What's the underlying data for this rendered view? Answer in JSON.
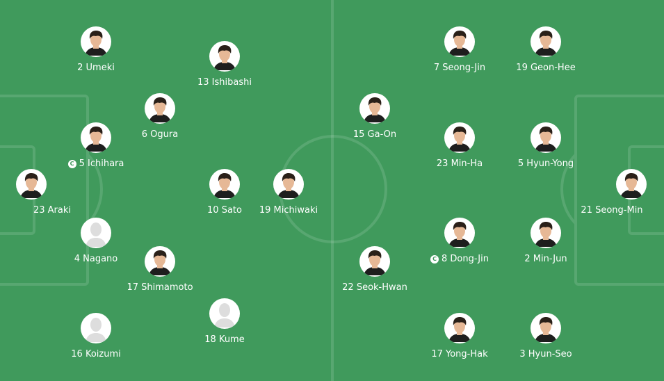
{
  "colors": {
    "pitch": "#409a5c",
    "line": "rgba(255,255,255,0.13)",
    "text": "#ffffff",
    "skin": "#e6b896",
    "hair": "#2a2019",
    "placeholder": "#dddddd"
  },
  "captain_badge": "C",
  "home": [
    {
      "label": "2 Umeki",
      "photo": true
    },
    {
      "label": "13 Ishibashi",
      "photo": true
    },
    {
      "label": "6 Ogura",
      "photo": true
    },
    {
      "label": "5 Ichihara",
      "photo": true,
      "captain": true
    },
    {
      "label": "23 Araki",
      "photo": true
    },
    {
      "label": "10 Sato",
      "photo": true
    },
    {
      "label": "19 Michiwaki",
      "photo": true
    },
    {
      "label": "4 Nagano",
      "photo": false
    },
    {
      "label": "17 Shimamoto",
      "photo": true
    },
    {
      "label": "18 Kume",
      "photo": false
    },
    {
      "label": "16 Koizumi",
      "photo": false
    }
  ],
  "away": [
    {
      "label": "7 Seong-Jin",
      "photo": true
    },
    {
      "label": "19 Geon-Hee",
      "photo": true
    },
    {
      "label": "15 Ga-On",
      "photo": true
    },
    {
      "label": "23 Min-Ha",
      "photo": true
    },
    {
      "label": "5 Hyun-Yong",
      "photo": true
    },
    {
      "label": "21 Seong-Min",
      "photo": true
    },
    {
      "label": "8 Dong-Jin",
      "photo": true,
      "captain": true
    },
    {
      "label": "2 Min-Jun",
      "photo": true
    },
    {
      "label": "22 Seok-Hwan",
      "photo": true
    },
    {
      "label": "17 Yong-Hak",
      "photo": true
    },
    {
      "label": "3 Hyun-Seo",
      "photo": true
    }
  ]
}
